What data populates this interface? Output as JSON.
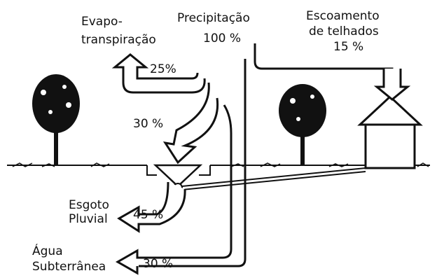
{
  "labels": {
    "evapo_line1": "Evapo-",
    "evapo_line2": "transpiração",
    "evapo_pct": "25%",
    "precip_title": "Precipitação",
    "precip_pct": "100 %",
    "roof_line1": "Escoamento",
    "roof_line2": "de telhados",
    "roof_pct": "15 %",
    "infil_pct": "30 %",
    "sewer_line1": "Esgoto",
    "sewer_line2": "Pluvial",
    "sewer_pct": "45 %",
    "ground_line1": "Água",
    "ground_line2": "Subterrânea",
    "ground_pct": "30 %"
  },
  "colors": {
    "ink": "#111111",
    "background": "#ffffff"
  }
}
